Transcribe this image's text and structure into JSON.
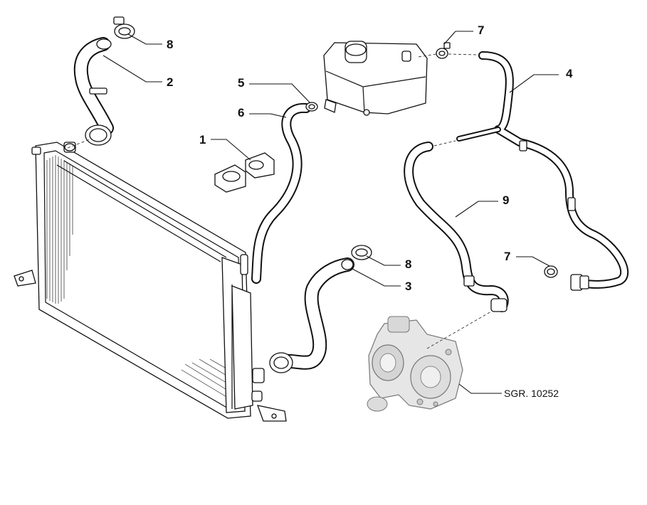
{
  "callouts": {
    "c1": "1",
    "c2": "2",
    "c3": "3",
    "c4": "4",
    "c5": "5",
    "c6": "6",
    "c7a": "7",
    "c7b": "7",
    "c8a": "8",
    "c8b": "8",
    "c9": "9"
  },
  "reference": "SGR. 10252"
}
